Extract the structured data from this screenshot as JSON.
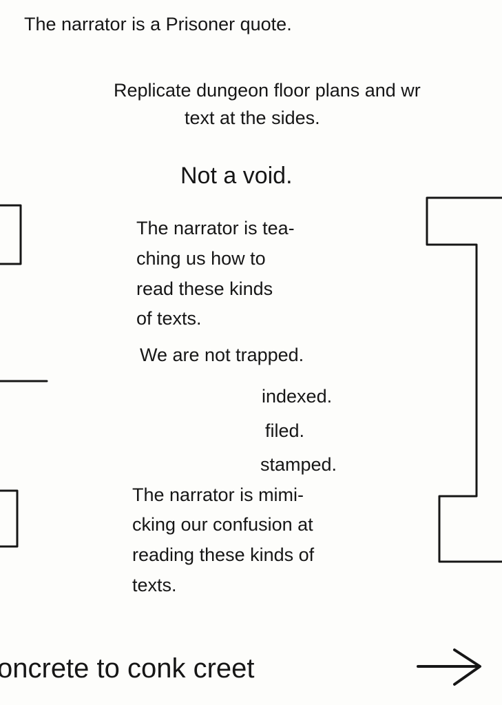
{
  "header": {
    "title": "The narrator is a Prisoner quote."
  },
  "instruction": {
    "line1": "Replicate dungeon floor plans and wr",
    "line2": "text at the sides."
  },
  "heading": "Not a void.",
  "paragraph1": [
    "The narrator is tea-",
    "ching us how to",
    "read these kinds",
    "of texts."
  ],
  "statement": "We are not trapped.",
  "list": [
    "indexed.",
    "filed.",
    "stamped."
  ],
  "paragraph2": [
    "The narrator is mimi-",
    "cking our confusion at",
    "reading these kinds of",
    "texts."
  ],
  "footer": {
    "text": "oncrete to conk creet",
    "arrow_icon": "right-arrow-icon"
  },
  "colors": {
    "ink": "#161616",
    "paper": "#fdfdfb"
  }
}
